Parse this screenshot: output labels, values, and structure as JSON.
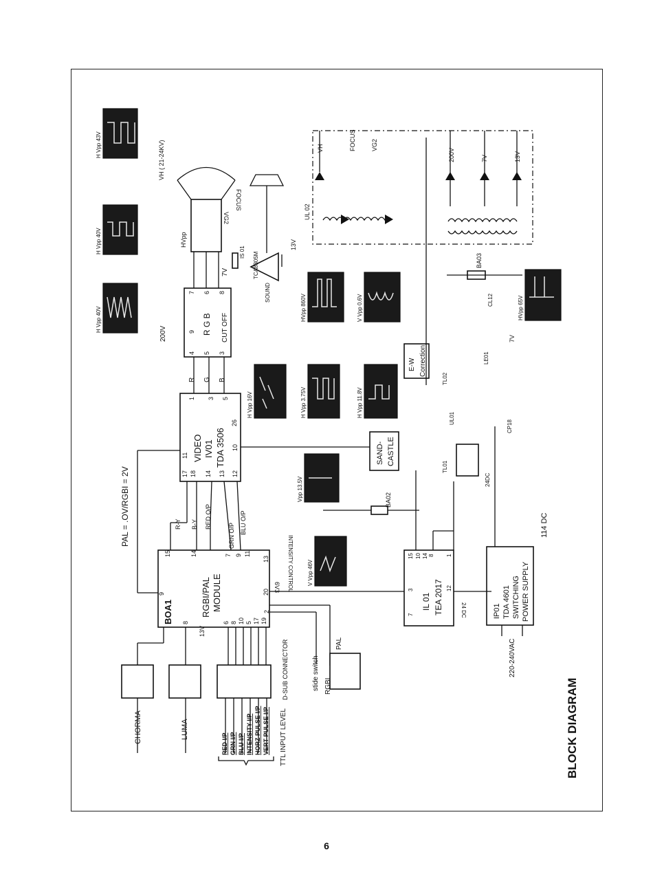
{
  "title": "BLOCK DIAGRAM",
  "page_number": "6",
  "blocks": {
    "rgbi_module": {
      "ref": "BOA1",
      "name_line1": "RGBI/PAL",
      "name_line2": "MODULE",
      "pins": {
        "p15": "15",
        "p14": "14",
        "p7": "7",
        "p9": "9",
        "p11": "11",
        "p13": "13",
        "p20": "20",
        "p9l": "9",
        "p8": "8",
        "p6": "6",
        "p8b": "8",
        "p10": "10",
        "p5": "5",
        "p17": "17",
        "p19": "19",
        "p2": "2"
      }
    },
    "video": {
      "line1": "VIDEO",
      "line2": "IV01",
      "line3": "TDA 3506",
      "pins": {
        "p17": "17",
        "p18": "18",
        "p11": "11",
        "p14": "14",
        "p13": "13",
        "p12": "12",
        "p10": "10",
        "p26": "26",
        "p1": "1",
        "p3": "3",
        "p5": "5"
      }
    },
    "rgb": {
      "name": "R G B",
      "cutoff": "CUT OFF",
      "pins": {
        "p9": "9",
        "p4": "4",
        "p5": "5",
        "p3": "3",
        "p7": "7",
        "p6": "6",
        "p8": "8"
      }
    },
    "sandcastle": {
      "line1": "SAND-",
      "line2": "CASTLE"
    },
    "tea": {
      "ref": "IL 01",
      "name": "TEA 2017",
      "pins": {
        "p15": "15",
        "p10": "10",
        "p14": "14",
        "p8": "8",
        "p1": "1",
        "p7": "7",
        "p3": "3",
        "p12": "12"
      }
    },
    "psu": {
      "line1": "IP01",
      "line2": "TDA 4601",
      "line3": "SWITCHING",
      "line4": "POWER SUPPLY"
    },
    "ew": {
      "line1": "E-W",
      "line2": "Correction"
    },
    "sound": {
      "ic": "TCA8305M",
      "label": "SOUND",
      "resistor": "IS 01"
    }
  },
  "labels": {
    "pal_level": "PAL = .OV/RGBI = 2V",
    "dc114": "114 DC",
    "ac_input": "220-240VAC",
    "chroma": "CHORMA",
    "luma": "LUMA",
    "ttl": "TTL INPUT LEVEL",
    "dsub": "D-SUB CONNECTOR",
    "slide": "stide switch",
    "rgbi": "RGBI",
    "pal": "PAL",
    "intensity_ctrl": "INTENSITY CONTROL",
    "v6_3": "6V3",
    "v13_a": "13V",
    "v13_b": "13V",
    "v7": "7V",
    "v200": "200V",
    "r_y": "R-Y",
    "b_y": "B-Y",
    "red_op": "RED O/P",
    "grn_op": "GRN O/P",
    "blu_op": "BLU O/P",
    "r": "R",
    "g": "G",
    "b": "B",
    "vh": "VH  ( 21-24KV)",
    "focus": "FOCUS",
    "vg2": "VG2",
    "hvpp": "HVpp",
    "ul02": "UL 02",
    "ba03": "BA03",
    "ba02": "BA02",
    "cl12": "CL12",
    "le01": "LE01",
    "tl02": "TL02",
    "tl01": "TL01",
    "ul01": "UL01",
    "cp18": "CP18",
    "v24dc": "24 DC",
    "v24dc_b": "24DC",
    "out200": "200V",
    "out7": "7V",
    "out13": "13V",
    "out7b": "7V",
    "vh_top": "VH",
    "focus_top": "FOCUS",
    "vg2_top": "VG2"
  },
  "inputs": [
    "RED I/P",
    "GRN I/P",
    "BLU I/P",
    "INTENSITY I/P",
    "HORZ PULSE I/P",
    "VERT PULSE I/P"
  ],
  "scopes": [
    {
      "label": "H Vpp 43V"
    },
    {
      "label": "H Vpp 40V"
    },
    {
      "label": "H Vpp 40V"
    },
    {
      "label": "HVpp 860V"
    },
    {
      "label": "V Vpp  0.6V"
    },
    {
      "label": "HVpp 65V"
    },
    {
      "label": "H Vpp 16V"
    },
    {
      "label": "H Vpp 3.75V"
    },
    {
      "label": "H Vpp 11.8V"
    },
    {
      "label": "Vpp 13.5V"
    },
    {
      "label": "V Vpp 46V"
    }
  ]
}
